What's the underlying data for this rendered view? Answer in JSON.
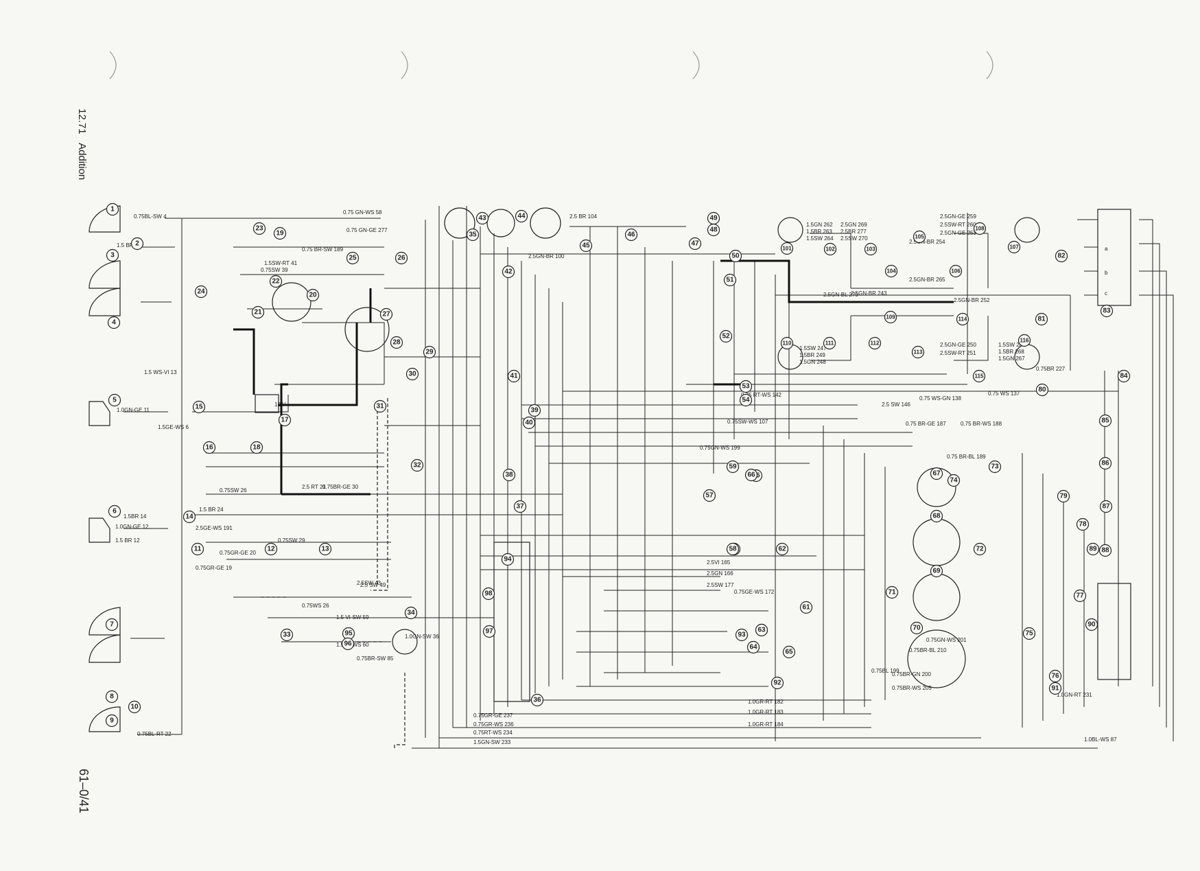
{
  "margin": {
    "date": "12.71",
    "heading": "Addition",
    "page_number": "61–0/41"
  },
  "components": {
    "lamps_left": [
      "1",
      "2",
      "3",
      "4",
      "5",
      "6",
      "7",
      "8",
      "9",
      "10"
    ],
    "center": [
      "11",
      "12",
      "13",
      "14",
      "15",
      "16",
      "17",
      "18",
      "19",
      "20",
      "21",
      "22",
      "23",
      "24",
      "25",
      "26",
      "27",
      "28",
      "29",
      "30",
      "31",
      "32",
      "33",
      "34",
      "35",
      "36",
      "37",
      "38",
      "39",
      "40",
      "41",
      "42",
      "43",
      "44",
      "45",
      "46",
      "47",
      "48",
      "49",
      "50",
      "51",
      "52",
      "53",
      "54"
    ],
    "right": [
      "55",
      "56",
      "57",
      "58",
      "59",
      "60",
      "61",
      "62",
      "63",
      "64",
      "65",
      "66",
      "67",
      "68",
      "69",
      "70",
      "71",
      "72",
      "73",
      "74",
      "75",
      "76",
      "77",
      "78",
      "79",
      "80",
      "81",
      "82",
      "83",
      "84",
      "85",
      "86",
      "87",
      "88",
      "89",
      "90",
      "91",
      "92",
      "93",
      "94",
      "95",
      "96",
      "97",
      "98"
    ],
    "trailer_lighting": [
      "101",
      "102",
      "103",
      "104",
      "105",
      "106",
      "107",
      "108",
      "109",
      "110",
      "111",
      "112",
      "113",
      "114",
      "115",
      "116"
    ]
  },
  "wire_labels": {
    "left": [
      "0.75BL-SW 4",
      "1.5 BR 10",
      "1.0GN-GE 11",
      "1.5 BR 12",
      "1.0GN-GE 12",
      "1.5BR 14",
      "0.75BL-RT 22",
      "1.5 WS-VI 13",
      "1.5GE-WS 6",
      "1.5 BR 24"
    ],
    "center": [
      "0.75 GN-WS 58",
      "0.75 GN-GE 277",
      "0.75 BR-SW 189",
      "1.5SW-RT 41",
      "0.75SW 39",
      "2.5 BR 104",
      "2.5GN-BR 100",
      "2.5SW 43",
      "2.5GE-WS 191",
      "0.75SW 29",
      "0.75GR-GE 20",
      "0.75GR-GE 19",
      "2.5 RT 21",
      "0.75BR-GE 30",
      "0.75SW 26",
      "0.75WS 26",
      "2.5 SW 49",
      "1.5 VI-SW 59",
      "1.0GN-SW 36",
      "1.5BL-WS 60",
      "0.75BR-SW 85",
      "0.75GR-GE 237",
      "0.75GR-WS 236",
      "0.75RT-WS 234",
      "1.5GN-SW 233"
    ],
    "right": [
      "0.75 RT-WS 142",
      "2.5 SW 146",
      "0.75 WS-GN 138",
      "0.75 WS 137",
      "0.75BR 227",
      "0.75SW-WS 107",
      "0.75 BR-GE 187",
      "0.75 BR-WS 188",
      "0.75GN-WS 199",
      "0.75 BR-BL 189",
      "2.5VI 165",
      "2.5GN 166",
      "2.5SW 177",
      "0.75GE-WS 172",
      "0.75GN-WS 201",
      "0.75BR-BL 210",
      "0.75BR-GN 200",
      "0.75BR-WS 205",
      "0.75BL 199",
      "1.0GR-RT 182",
      "1.0GR-RT 183",
      "1.0GR-RT 184",
      "1.0GN-RT 231",
      "1.0BL-WS 87",
      "2.5GN-BL 279",
      "2.5GN-BR 243"
    ],
    "top_right": [
      "1.5GN 262",
      "1.5BR 263",
      "1.5SW 264",
      "2.5GN 269",
      "2.5BR 277",
      "2.5SW 270",
      "2.5GN-GE 259",
      "2.5SW-RT 260",
      "2.5GN-GE 253",
      "2.5GN-BR 254",
      "2.5GN-BR 252",
      "2.5GN-BR 265",
      "1.5SW 247",
      "1.5BR 249",
      "1.5GN 248",
      "1.5SW 266",
      "1.5BR 268",
      "1.5GN 267",
      "2.5GN-GE 250",
      "2.5SW-RT 251"
    ]
  },
  "misc_labels": {
    "battery_voltage": "12 V",
    "switch_terms": [
      "a",
      "b",
      "c"
    ]
  },
  "colors": {
    "ink": "#222222",
    "paper": "#f7f7f4"
  }
}
